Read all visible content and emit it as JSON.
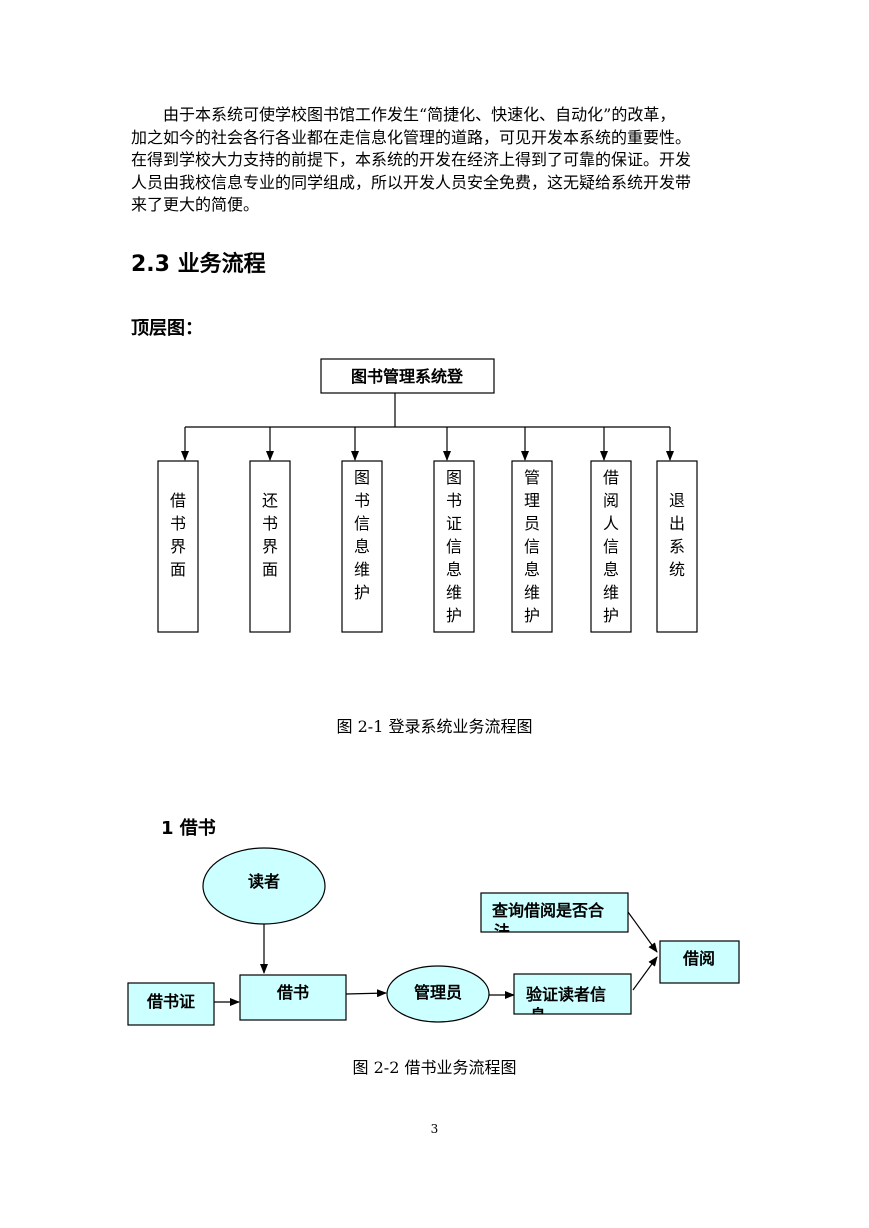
{
  "paragraph": {
    "lines": [
      "由于本系统可使学校图书馆工作发生“简捷化、快速化、自动化”的改革，",
      "加之如今的社会各行各业都在走信息化管理的道路，可见开发本系统的重要性。",
      "在得到学校大力支持的前提下，本系统的开发在经济上得到了可靠的保证。开发",
      "人员由我校信息专业的同学组成，所以开发人员安全免费，这无疑给系统开发带",
      "来了更大的简便。"
    ]
  },
  "section": {
    "heading": "2.3  业务流程"
  },
  "top_diagram": {
    "label": "顶层图：",
    "root": "图书管理系统登",
    "children": [
      [
        "借",
        "书",
        "界",
        "面"
      ],
      [
        "还",
        "书",
        "界",
        "面"
      ],
      [
        "图",
        "书",
        "信",
        "息",
        "维",
        "护"
      ],
      [
        "图",
        "书",
        "证",
        "信",
        "息",
        "维",
        "护"
      ],
      [
        "管",
        "理",
        "员",
        "信",
        "息",
        "维",
        "护"
      ],
      [
        "借",
        "阅",
        "人",
        "信",
        "息",
        "维",
        "护"
      ],
      [
        "退",
        "出",
        "系",
        "统"
      ]
    ],
    "caption": "图 2-1  登录系统业务流程图"
  },
  "borrow_diagram": {
    "label": "1  借书",
    "reader": "读者",
    "card": "借书证",
    "borrow": "借书",
    "admin": "管理员",
    "verify": "验证读者信",
    "verify_cut": "息",
    "query": "查询借阅是否合",
    "query_cut": "法",
    "lend": "借阅",
    "caption": "图 2-2  借书业务流程图"
  },
  "page_number": "3"
}
